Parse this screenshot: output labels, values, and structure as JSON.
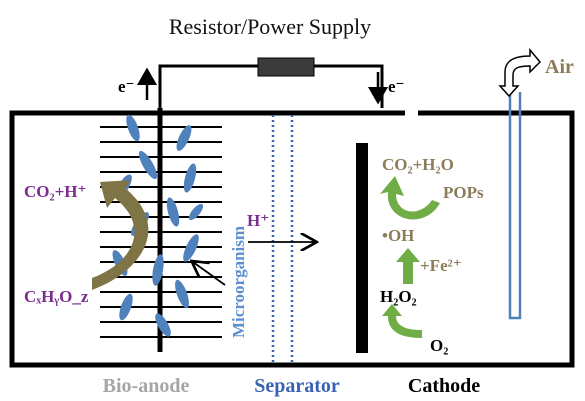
{
  "title": "Resistor/Power Supply",
  "electron_left": "e⁻",
  "electron_right": "e⁻",
  "air_label": "Air",
  "microorganism_label": "Microorganism",
  "proton_label": "H⁺",
  "anode_products": "CO₂+H⁺",
  "anode_substrate": "CₓHᵧO_z",
  "cathode": {
    "product": "CO₂+H₂O",
    "pops": "POPs",
    "hydroxyl": "•OH",
    "iron": "+Fe²⁺",
    "peroxide": "H₂O₂",
    "oxygen": "O₂"
  },
  "bottom_labels": {
    "bioanode": "Bio-anode",
    "separator": "Separator",
    "cathode": "Cathode"
  },
  "colors": {
    "purple": "#7B2C91",
    "olive": "#8B7D5A",
    "olive_arrow": "#7F7445",
    "blue_label": "#5B8FD0",
    "bacteria": "#4F81BD",
    "separator": "#3A62B2",
    "green_arrow": "#70AD47",
    "bioanode_gray": "#A6A6A6",
    "air_tube": "#4F81BD"
  }
}
